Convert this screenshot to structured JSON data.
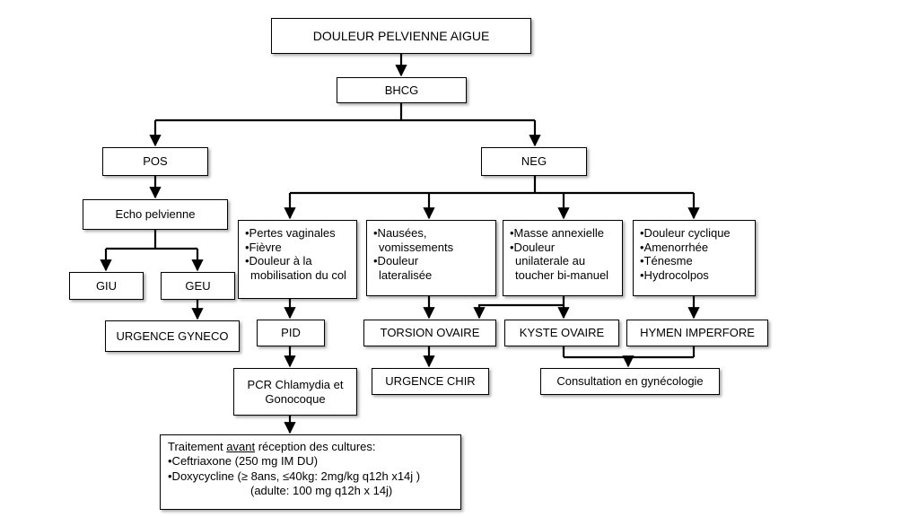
{
  "nodes": {
    "root": "DOULEUR PELVIENNE AIGUE",
    "bhcg": "BHCG",
    "pos": "POS",
    "neg": "NEG",
    "echo": "Echo pelvienne",
    "giu": "GIU",
    "geu": "GEU",
    "urgence_gyneco": "URGENCE GYNECO",
    "pid": "PID",
    "pcr_line1": "PCR Chlamydia et",
    "pcr_line2": "Gonocoque",
    "torsion": "TORSION OVAIRE",
    "kyste": "KYSTE OVAIRE",
    "hymen": "HYMEN IMPERFORE",
    "urgence_chir": "URGENCE CHIR",
    "consultation": "Consultation en gynécologie"
  },
  "symptoms": {
    "pid": [
      "•Pertes vaginales",
      "•Fièvre",
      "•Douleur à la",
      "mobilisation du col"
    ],
    "torsion": [
      "•Nausées,",
      "vomissements",
      "•Douleur",
      "lateralisée"
    ],
    "kyste": [
      "•Masse annexielle",
      "•Douleur",
      "unilaterale au",
      "toucher bi-manuel"
    ],
    "hymen": [
      "•Douleur cyclique",
      "•Amenorrhée",
      "•Ténesme",
      "•Hydrocolpos"
    ]
  },
  "treatment": {
    "title_pre": "Traitement ",
    "title_em": "avant",
    "title_post": " réception des cultures:",
    "line1": "•Ceftriaxone (250 mg IM DU)",
    "line2": "•Doxycycline (≥ 8ans, ≤40kg: 2mg/kg q12h x14j )",
    "line3": "(adulte: 100 mg q12h x 14j)"
  }
}
